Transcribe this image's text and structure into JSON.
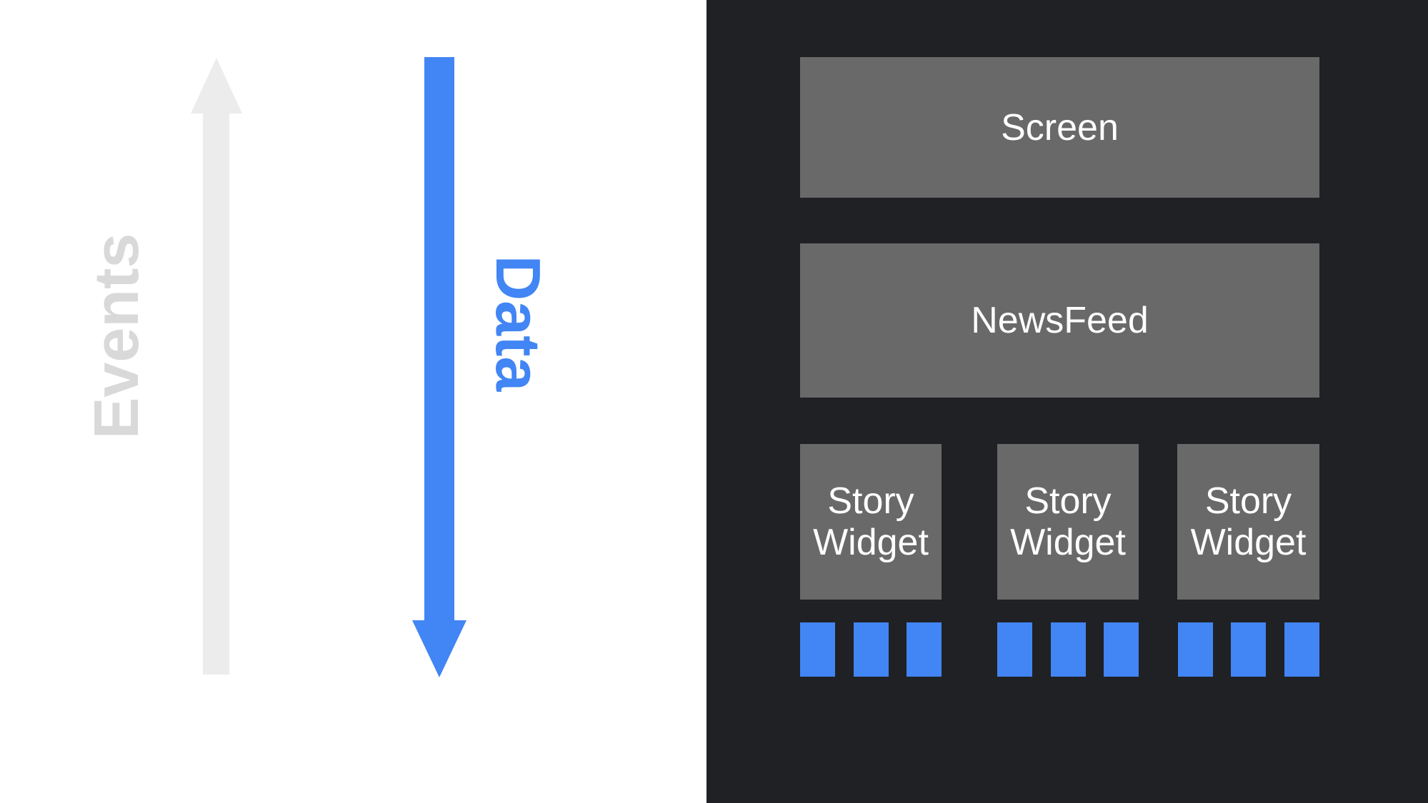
{
  "slide": {
    "left_panel": {
      "events_label": "Events",
      "data_label": "Data",
      "events_arrow_direction": "up",
      "data_arrow_direction": "down"
    },
    "right_panel": {
      "screen_label": "Screen",
      "newsfeed_label": "NewsFeed",
      "story_widgets": [
        {
          "line1": "Story",
          "line2": "Widget",
          "data_items": 3
        },
        {
          "line1": "Story",
          "line2": "Widget",
          "data_items": 3
        },
        {
          "line1": "Story",
          "line2": "Widget",
          "data_items": 3
        }
      ]
    }
  },
  "colors": {
    "background": "#ffffff",
    "panel_dark": "#202124",
    "box_gray": "#696969",
    "accent_blue": "#4285f4",
    "arrow_gray": "#ececec",
    "muted_gray_text": "#d9d9d9",
    "text_white": "#ffffff"
  }
}
